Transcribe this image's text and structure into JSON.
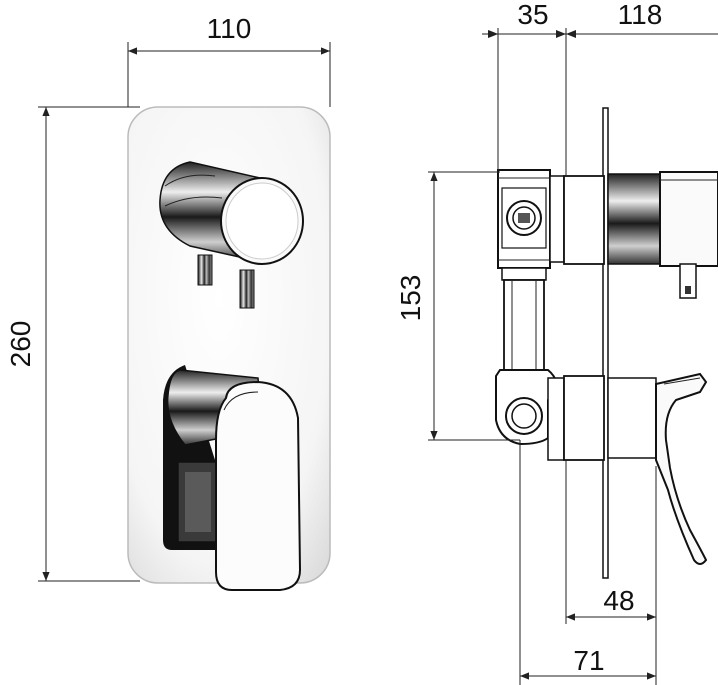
{
  "dimensions": {
    "front_width": "110",
    "front_height": "260",
    "side_body_depth": "35",
    "side_total_depth": "118",
    "side_center_distance": "153",
    "lever_depth": "48",
    "lever_total": "71"
  },
  "colors": {
    "line": "#222222",
    "chrome_dark": "#1a1a1a",
    "chrome_light": "#f4f4f4",
    "plate": "#ffffff"
  }
}
